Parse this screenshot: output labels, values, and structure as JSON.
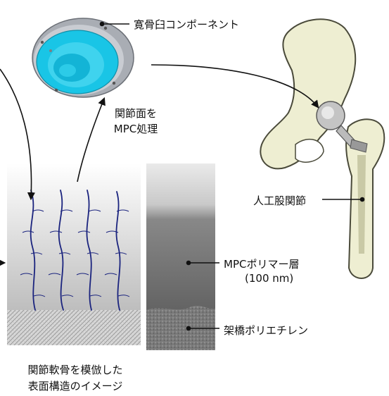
{
  "labels": {
    "acetabular_component": "寛骨臼コンポーネント",
    "articular_surface_line1": "関節面を",
    "articular_surface_line2": "MPC処理",
    "artificial_hip": "人工股関節",
    "mpc_layer_line1": "MPCポリマー層",
    "mpc_layer_line2": "(100 nm)",
    "polyethylene": "架橋ポリエチレン",
    "image_caption_line1": "関節軟骨を模倣した",
    "image_caption_line2": "表面構造のイメージ"
  },
  "colors": {
    "cup_cyan": "#19c5e6",
    "cup_metal": "#b9bcc2",
    "bone_fill": "#eeeed2",
    "bone_outline": "#4a4a3a",
    "polymer_blue": "#1a237e",
    "arrow": "#111111"
  },
  "icons": {
    "cup": "acetabular-cup-icon",
    "hip": "hip-joint-icon",
    "brush": "polymer-brush-illustration",
    "tem": "tem-cross-section-image"
  }
}
